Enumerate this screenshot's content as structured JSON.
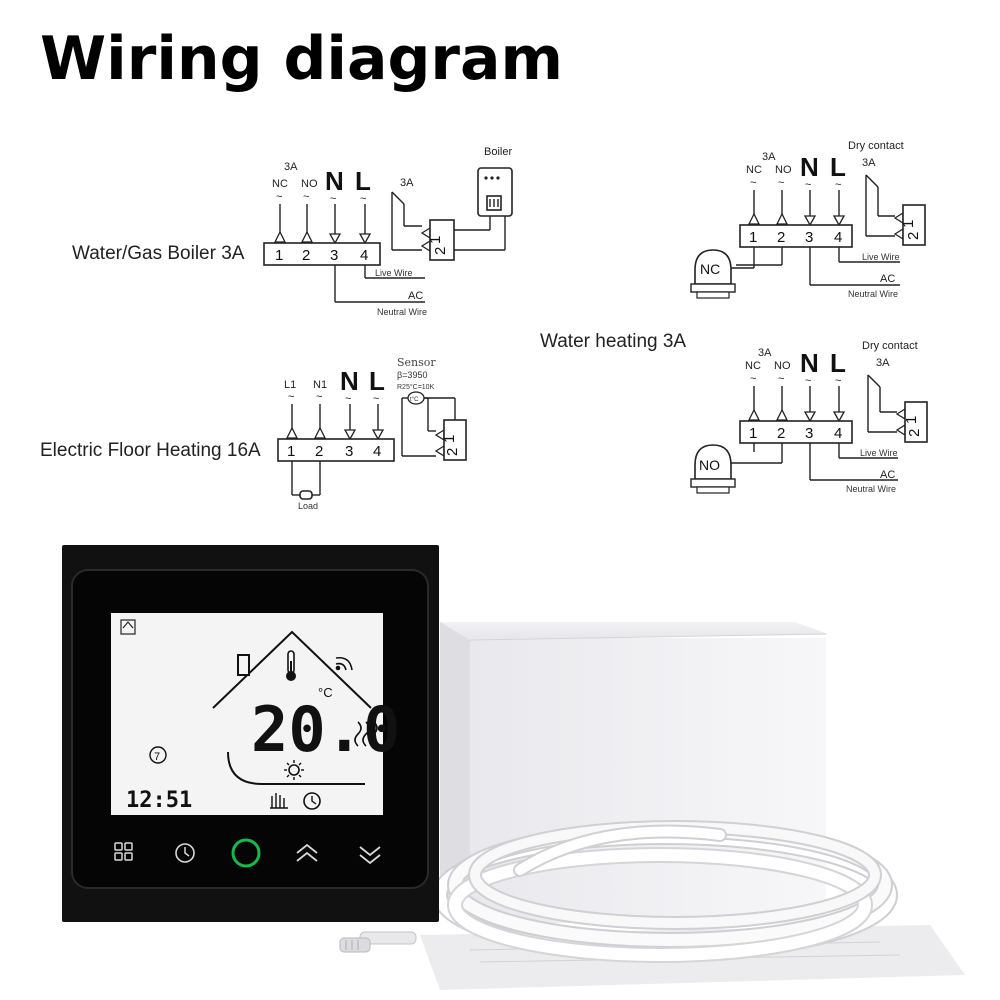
{
  "title": "Wiring diagram",
  "sections": {
    "boiler": "Water/Gas Boiler 3A",
    "water": "Water heating 3A",
    "floor": "Electric Floor Heating 16A"
  },
  "labels": {
    "amp3a": "3A",
    "nc": "NC",
    "no": "NO",
    "n": "N",
    "l": "L",
    "l1": "L1",
    "n1": "N1",
    "t1": "1",
    "t2": "2",
    "t3": "3",
    "t4": "4",
    "live": "Live Wire",
    "ac": "AC",
    "neutral": "Neutral Wire",
    "boiler": "Boiler",
    "dry": "Dry contact",
    "sensor": "Sensor",
    "beta": "β=3950",
    "r25": "R25°C=10K",
    "tc": "t°C",
    "load": "Load",
    "valve_nc": "NC",
    "valve_no": "NO"
  },
  "thermostat": {
    "temperature": "20.0",
    "unit": "°C",
    "clock": "12:51",
    "program": "7"
  },
  "colors": {
    "ring": "#18b84a",
    "bezel": "#0d0d0d",
    "lcd": "#f4f4f4"
  }
}
